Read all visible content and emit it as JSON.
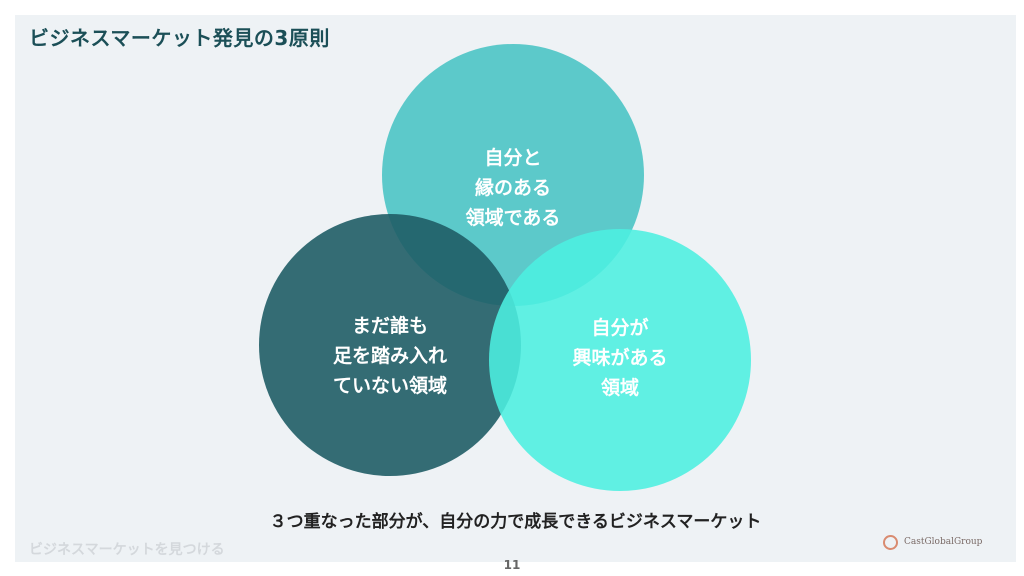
{
  "title": "ビジネスマーケット発見の3原則",
  "circles": {
    "top": {
      "lines": [
        "自分と",
        "縁のある",
        "領域である"
      ],
      "color": "#4fc6c6"
    },
    "left": {
      "lines": [
        "まだ誰も",
        "足を踏み入れ",
        "ていない領域"
      ],
      "color": "#2d6870"
    },
    "right": {
      "lines": [
        "自分が",
        "興味がある",
        "領域"
      ],
      "color": "#5cefe2"
    }
  },
  "caption": "３つ重なった部分が、自分の力で成長できるビジネスマーケット",
  "footer_left": "ビジネスマーケットを見つける",
  "logo": {
    "text": "CastGlobalGroup",
    "icon": "ring-logo-icon"
  },
  "page_number": "11"
}
